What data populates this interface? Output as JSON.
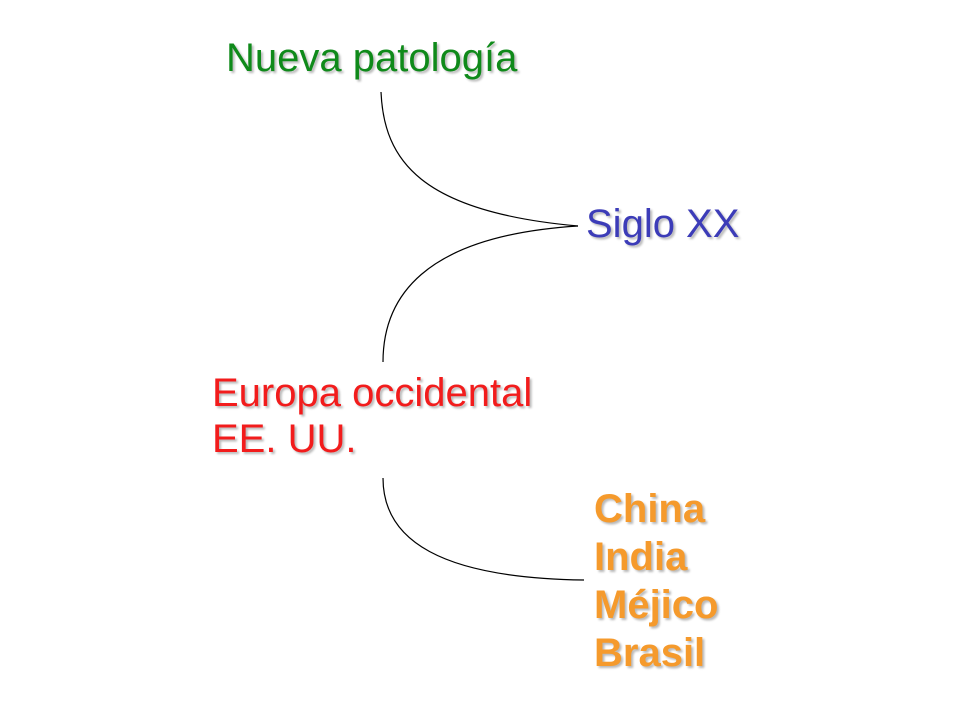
{
  "nodes": {
    "title": {
      "text": "Nueva patología",
      "color": "#0f8a1a"
    },
    "century": {
      "text": "Siglo XX",
      "color": "#3c3cb8"
    },
    "west": {
      "lines": [
        "Europa occidental",
        "EE. UU."
      ],
      "color": "#f21c1c"
    },
    "emerging": {
      "lines": [
        "China",
        "India",
        "Méjico",
        "Brasil"
      ],
      "color": "#f59a2c"
    }
  },
  "connector_color": "#000000"
}
